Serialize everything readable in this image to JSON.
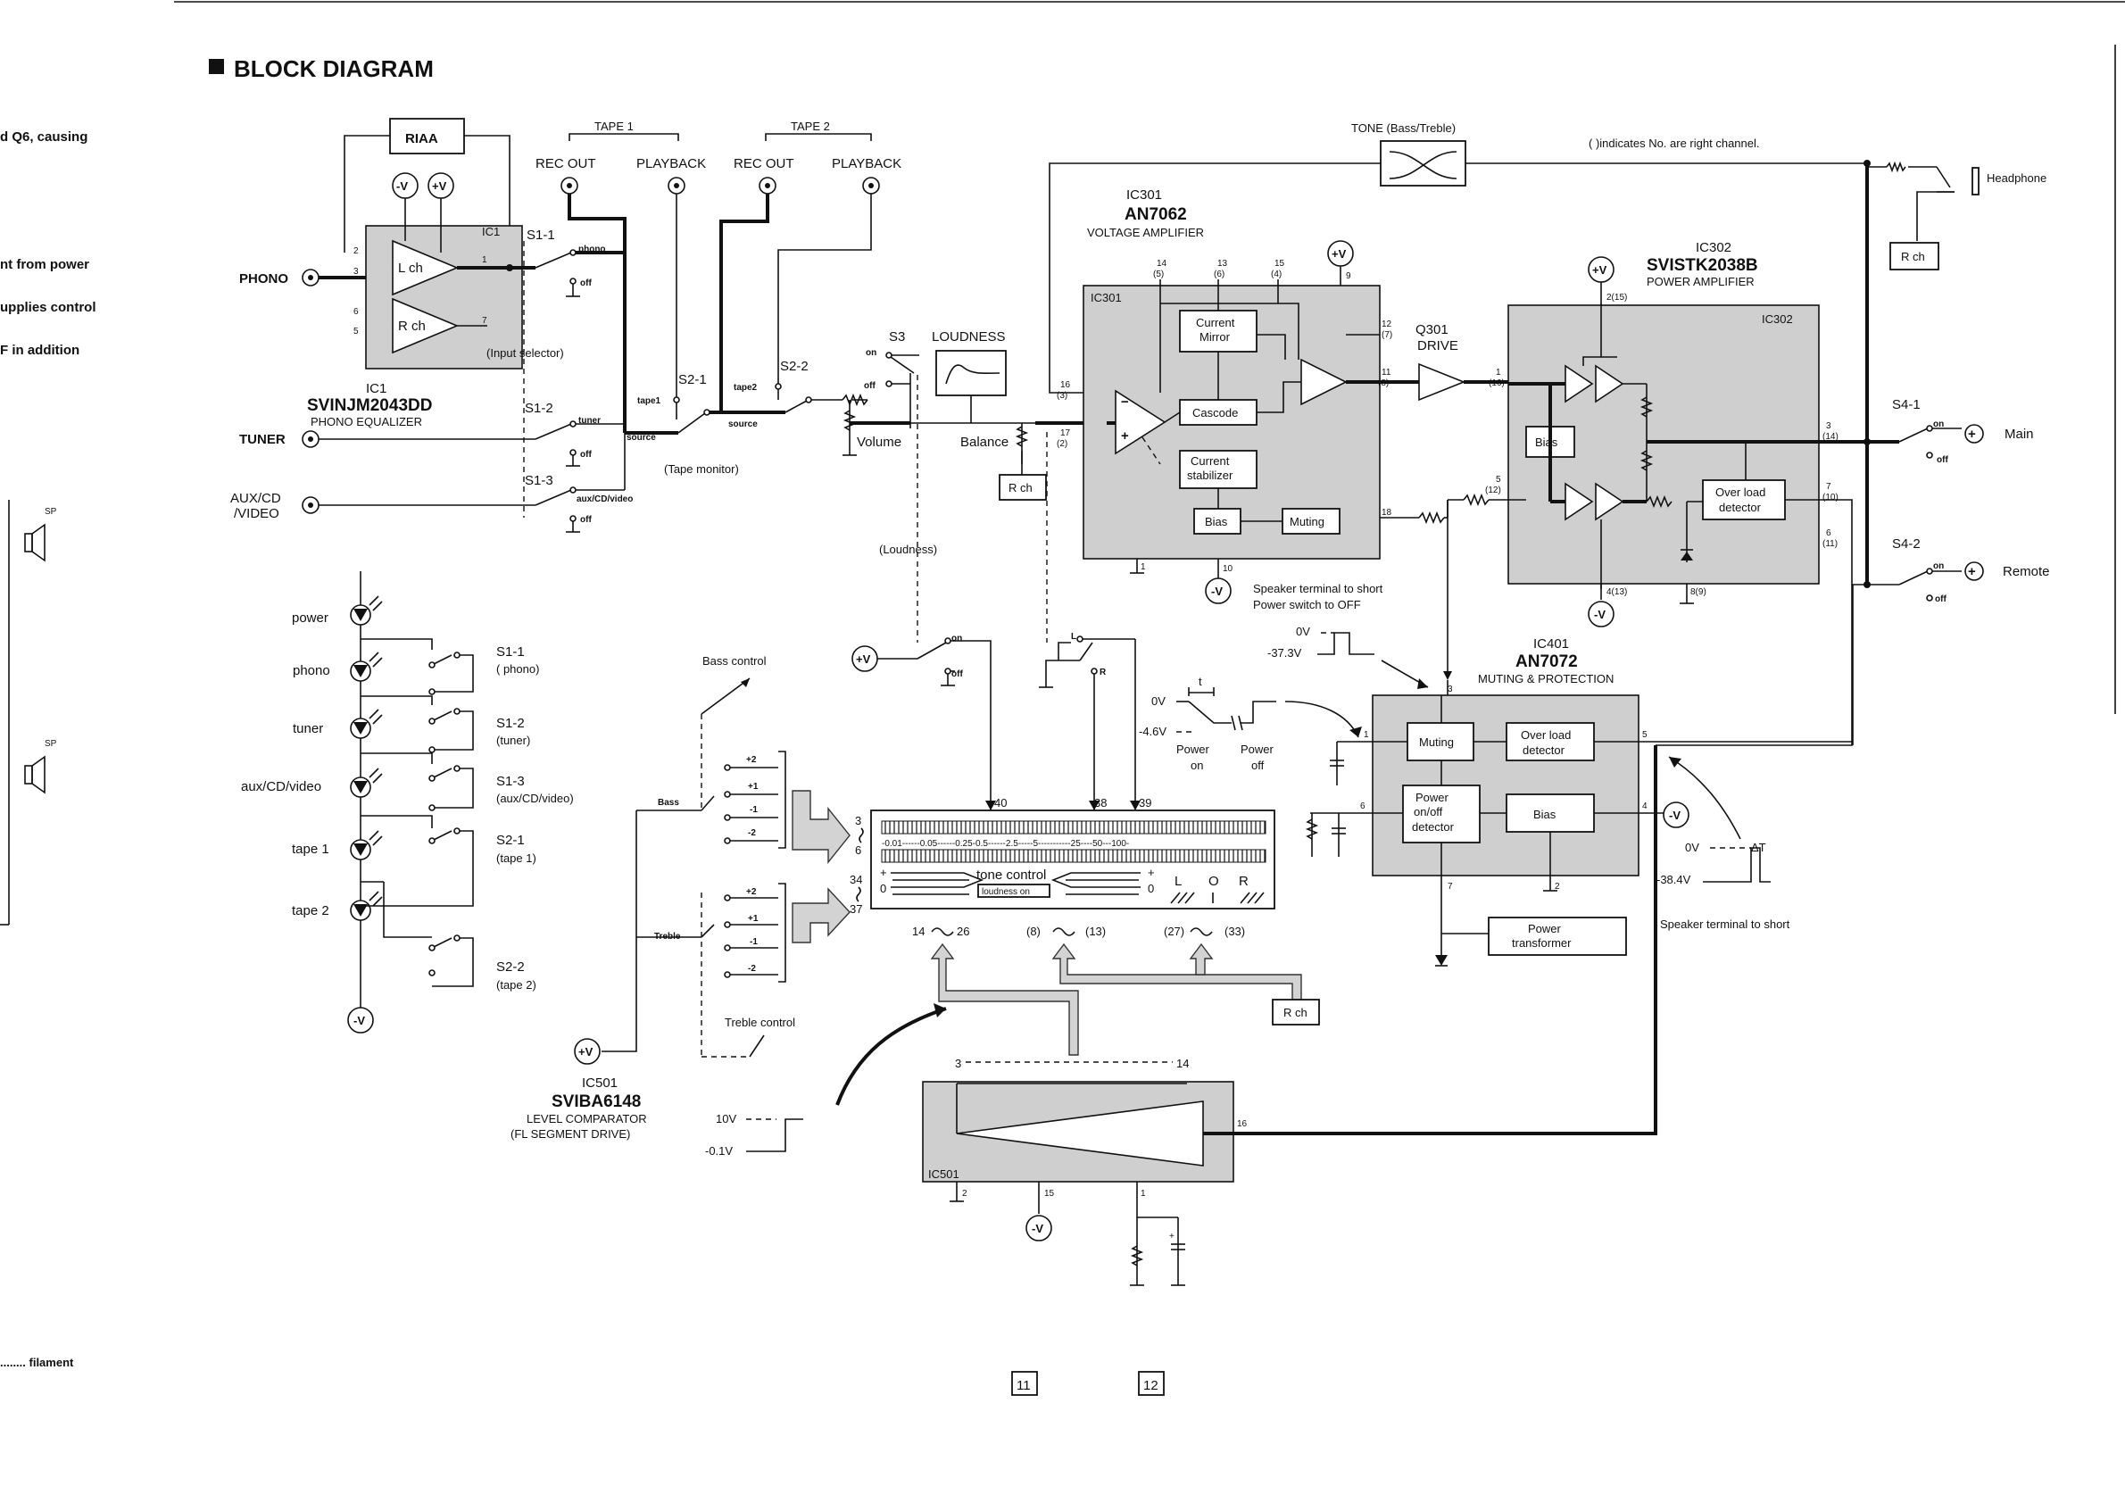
{
  "page": {
    "title": "BLOCK DIAGRAM",
    "note": "(    )indicates No. are right channel.",
    "page_numbers": [
      "11",
      "12"
    ],
    "left_margin_text": [
      "d Q6, causing",
      "nt from power",
      "upplies control",
      "F  in addition",
      "........ filament"
    ]
  },
  "inputs": {
    "phono": "PHONO",
    "tuner": "TUNER",
    "aux_cd_video_1": "AUX/CD",
    "aux_cd_video_2": "/VIDEO"
  },
  "ic1": {
    "riaa": "RIAA",
    "tag": "IC1",
    "name": "IC1",
    "model": "SVINJM2043DD",
    "function": "PHONO EQUALIZER",
    "lch": "L ch",
    "rch": "R ch",
    "minus_v": "-V",
    "plus_v": "+V",
    "input_selector": "(Input selector)"
  },
  "selectors": {
    "s1_1": "S1-1",
    "s1_2": "S1-2",
    "s1_3": "S1-3",
    "s2_1": "S2-1",
    "s2_2": "S2-2",
    "s3": "S3",
    "phono": "phono",
    "tuner": "tuner",
    "aux": "aux/CD/video",
    "off": "off",
    "on": "on",
    "source": "source",
    "tape1": "tape1",
    "tape2": "tape2",
    "tape_monitor": "(Tape monitor)"
  },
  "tape": {
    "tape1": "TAPE 1",
    "tape2": "TAPE 2",
    "rec_out": "REC OUT",
    "playback": "PLAYBACK"
  },
  "controls": {
    "loudness": "LOUDNESS",
    "volume": "Volume",
    "balance": "Balance",
    "rch": "R ch",
    "loudness_paren": "(Loudness)",
    "tone": "TONE (Bass/Treble)"
  },
  "ic301": {
    "tag": "IC301",
    "name": "IC301",
    "model": "AN7062",
    "function": "VOLTAGE AMPLIFIER",
    "current_mirror_1": "Current",
    "current_mirror_2": "Mirror",
    "cascode": "Cascode",
    "current_stab_1": "Current",
    "current_stab_2": "stabilizer",
    "bias": "Bias",
    "muting": "Muting",
    "pins": [
      "14",
      "(5)",
      "13",
      "(6)",
      "15",
      "(4)",
      "9",
      "12",
      "(7)",
      "11",
      "(8)",
      "16",
      "(3)",
      "17",
      "(2)",
      "18",
      "1",
      "10"
    ],
    "plus_v": "+V",
    "minus_v": "-V"
  },
  "q301": {
    "name": "Q301",
    "function": "DRIVE"
  },
  "ic302": {
    "tag": "IC302",
    "name": "IC302",
    "model": "SVISTK2038B",
    "function": "POWER AMPLIFIER",
    "bias": "Bias",
    "overload_1": "Over load",
    "overload_2": "detector",
    "pins": [
      "2(15)",
      "1",
      "(16)",
      "5",
      "(12)",
      "3",
      "(14)",
      "7",
      "(10)",
      "6",
      "(11)",
      "4(13)",
      "8(9)"
    ],
    "plus_v": "+V",
    "minus_v": "-V"
  },
  "outputs": {
    "headphone": "Headphone",
    "rch": "R ch",
    "s4_1": "S4-1",
    "s4_2": "S4-2",
    "main": "Main",
    "remote": "Remote",
    "on": "on",
    "off": "off"
  },
  "ic401": {
    "name": "IC401",
    "model": "AN7072",
    "function": "MUTING & PROTECTION",
    "muting": "Muting",
    "overload_1": "Over load",
    "overload_2": "detector",
    "pod_1": "Power",
    "pod_2": "on/off",
    "pod_3": "detector",
    "bias": "Bias",
    "pins": [
      "3",
      "1",
      "5",
      "6",
      "4",
      "7",
      "2"
    ],
    "minus_v": "-V",
    "power_transformer_1": "Power",
    "power_transformer_2": "transformer"
  },
  "waveforms": {
    "speaker_short_1": "Speaker terminal to short",
    "speaker_short_2": "Power switch to OFF",
    "ov": "0V",
    "v_37": "-37.3V",
    "v_46": "-4.6V",
    "t": "t",
    "power_on_1": "Power",
    "power_on_2": "on",
    "power_off_1": "Power",
    "power_off_2": "off",
    "v_384": "-38.4V",
    "dt": "ΔT",
    "speaker_short_3": "Speaker terminal to short",
    "v_10": "10V",
    "v_01": "-0.1V"
  },
  "indicators": {
    "power": "power",
    "phono": "phono",
    "tuner": "tuner",
    "aux": "aux/CD/video",
    "tape1": "tape 1",
    "tape2": "tape 2",
    "s1_1": "S1-1",
    "s1_1b": "( phono)",
    "s1_2": "S1-2",
    "s1_2b": "(tuner)",
    "s1_3": "S1-3",
    "s1_3b": "(aux/CD/video)",
    "s2_1": "S2-1",
    "s2_1b": "(tape 1)",
    "s2_2": "S2-2",
    "s2_2b": "(tape 2)",
    "minus_v": "-V"
  },
  "tone_display": {
    "bass_control": "Bass control",
    "treble_control": "Treble control",
    "bass": "Bass",
    "treble": "Treble",
    "steps": [
      "+2",
      "+1",
      "-1",
      "-2"
    ],
    "scale": "-0.01------0.05------0.25-0.5------2.5-----5-----------25----50---100-",
    "tone_control": "tone  control",
    "loudness_on": "loudness  on",
    "plus": "+",
    "zero": "0",
    "l": "L",
    "o": "O",
    "r": "R",
    "pins_left": [
      "3",
      "6",
      "34",
      "37"
    ],
    "pins_top": [
      "40",
      "38",
      "39"
    ],
    "ranges": [
      "14",
      "26",
      "(8)",
      "(13)",
      "(27)",
      "(33)"
    ],
    "rch": "R ch",
    "plus_v": "+V",
    "l_sw": "L",
    "r_sw": "R"
  },
  "ic501": {
    "tag": "IC501",
    "name": "IC501",
    "model": "SVIBA6148",
    "function_1": "LEVEL COMPARATOR",
    "function_2": "(FL SEGMENT DRIVE)",
    "range_start": "3",
    "range_end": "14",
    "pins": [
      "16",
      "2",
      "15",
      "1"
    ],
    "plus_v": "+V",
    "minus_v": "-V"
  }
}
